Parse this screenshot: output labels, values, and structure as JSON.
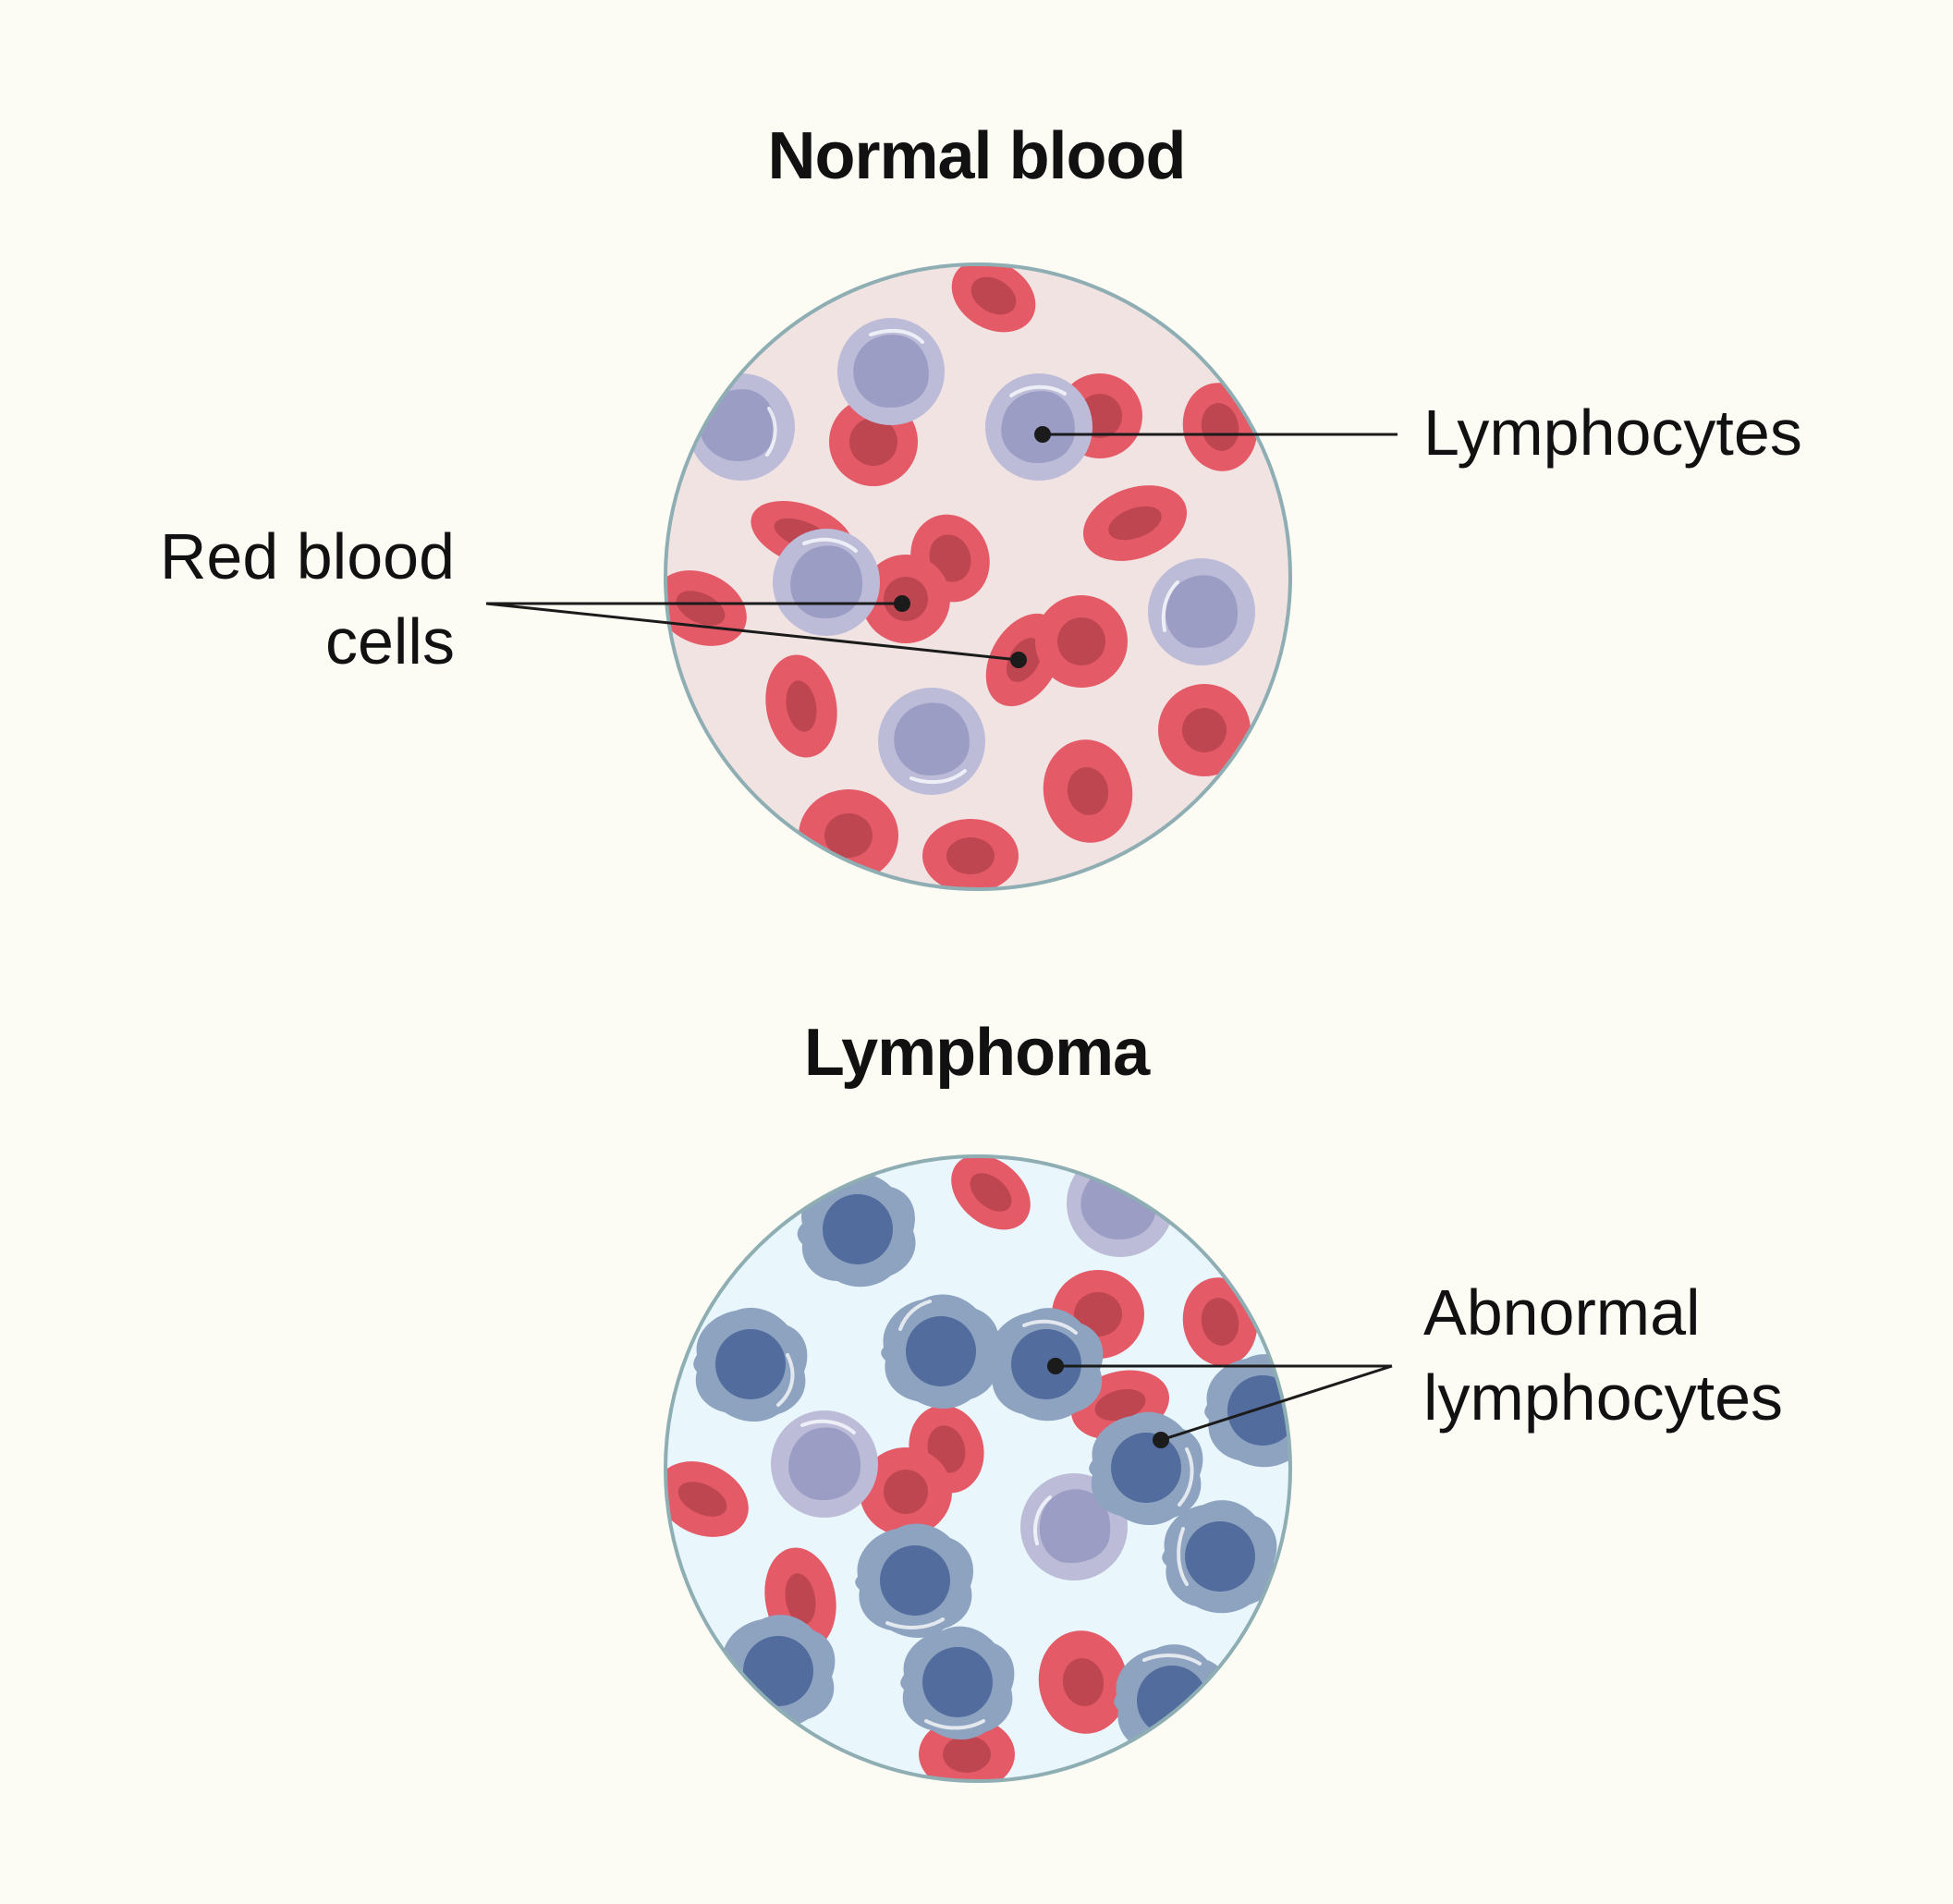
{
  "panels": [
    {
      "title": "Normal blood",
      "background": "#f2e3e3",
      "labels": {
        "lymphocytes": "Lymphocytes",
        "red_blood_cells": [
          "Red blood",
          "cells"
        ]
      }
    },
    {
      "title": "Lymphoma",
      "background": "#e9f7fd",
      "labels": {
        "abnormal_lymphocytes": [
          "Abnormal",
          "lymphocytes"
        ]
      }
    }
  ],
  "colors": {
    "red_blood_cell": "#e45a67",
    "red_blood_cell_core": "#bd4651",
    "lymphocyte": "#bcbcd9",
    "lymphocyte_core": "#9b9dc4",
    "abnormal_lymphocyte": "#8ea3c0",
    "abnormal_lymphocyte_core": "#526c9e",
    "circle_border": "#8eaeb3",
    "leader_line": "#1b1b1b"
  },
  "icons": [
    "red-blood-cell-icon",
    "lymphocyte-icon",
    "abnormal-lymphocyte-icon"
  ]
}
